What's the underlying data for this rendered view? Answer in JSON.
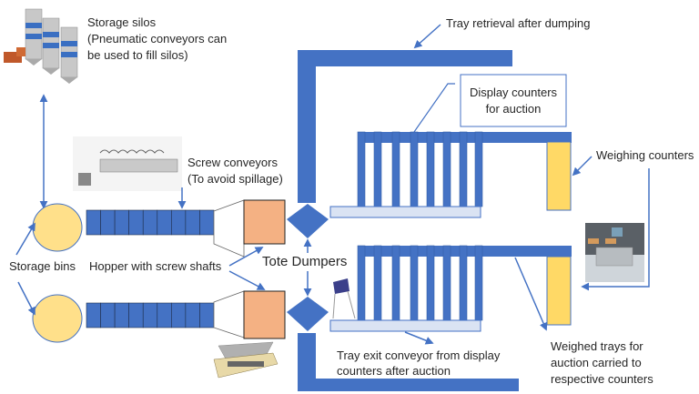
{
  "title": "Grain handling and auction flow diagram",
  "colors": {
    "conveyor_blue": "#4472c4",
    "bin_yellow": "#ffe08a",
    "hopper_orange": "#f4b183",
    "weigh_yellow": "#ffd966",
    "exit_tray": "#dae3f3",
    "text": "#262626"
  },
  "labels": {
    "storage_silos": [
      "Storage silos",
      "(Pneumatic conveyors can",
      "be used to fill silos)"
    ],
    "screw_conveyors": [
      "Screw conveyors",
      "(To avoid spillage)"
    ],
    "storage_bins": "Storage bins",
    "hopper": "Hopper with screw shafts",
    "tote_dumpers": "Tote Dumpers",
    "tray_retrieval": "Tray retrieval after dumping",
    "display_counters": [
      "Display counters",
      "for auction"
    ],
    "weighing_counters": "Weighing counters",
    "tray_exit": [
      "Tray exit conveyor from display",
      "counters after auction"
    ],
    "weighed_trays": [
      "Weighed trays for",
      "auction carried to",
      "respective counters"
    ]
  },
  "images": {
    "silos": "silos-illustration",
    "screw_conveyor": "screw-conveyor-exploded-illustration",
    "hopper": "hopper-illustration",
    "tote_dumper": "tote-dumper-illustration",
    "weighing_machine": "checkweigher-photo"
  },
  "lines": [
    {
      "name": "top",
      "display_counters": 8,
      "conveyor_segments": 9
    },
    {
      "name": "bottom",
      "display_counters": 8,
      "conveyor_segments": 9
    }
  ]
}
